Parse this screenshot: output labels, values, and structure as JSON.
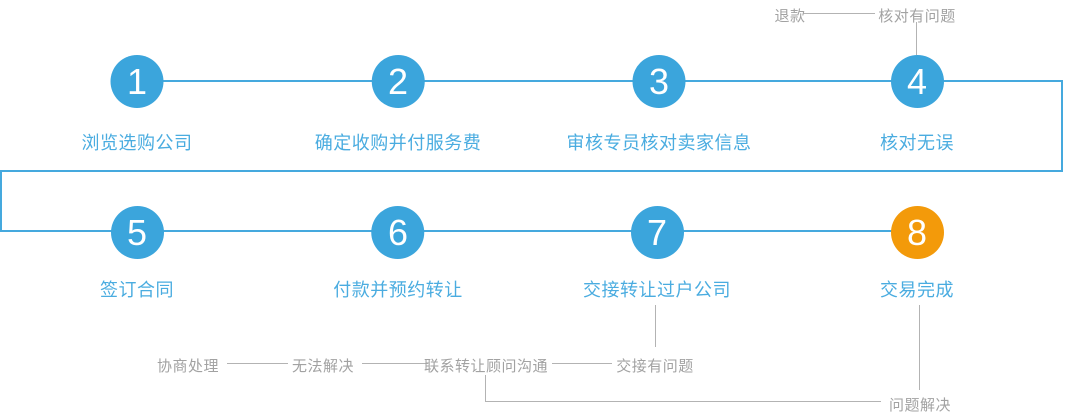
{
  "flow": {
    "steps": [
      {
        "num": "1",
        "label": "浏览选购公司"
      },
      {
        "num": "2",
        "label": "确定收购并付服务费"
      },
      {
        "num": "3",
        "label": "审核专员核对卖家信息"
      },
      {
        "num": "4",
        "label": "核对无误"
      },
      {
        "num": "5",
        "label": "签订合同"
      },
      {
        "num": "6",
        "label": "付款并预约转让"
      },
      {
        "num": "7",
        "label": "交接转让过户公司"
      },
      {
        "num": "8",
        "label": "交易完成"
      }
    ]
  },
  "annotations": {
    "refund": "退款",
    "check_issue": "核对有问题",
    "negotiate": "协商处理",
    "unsolved": "无法解决",
    "contact_advisor": "联系转让顾问沟通",
    "handover_issue": "交接有问题",
    "solved": "问题解决"
  },
  "colors": {
    "step_blue": "#3ba5dc",
    "step_orange": "#f39a0a",
    "flow_line_blue": "#45a9de",
    "label_blue": "#4aace0",
    "annotation_text_gray": "#a2a2a2",
    "annotation_line_gray": "#b3b3b3"
  }
}
